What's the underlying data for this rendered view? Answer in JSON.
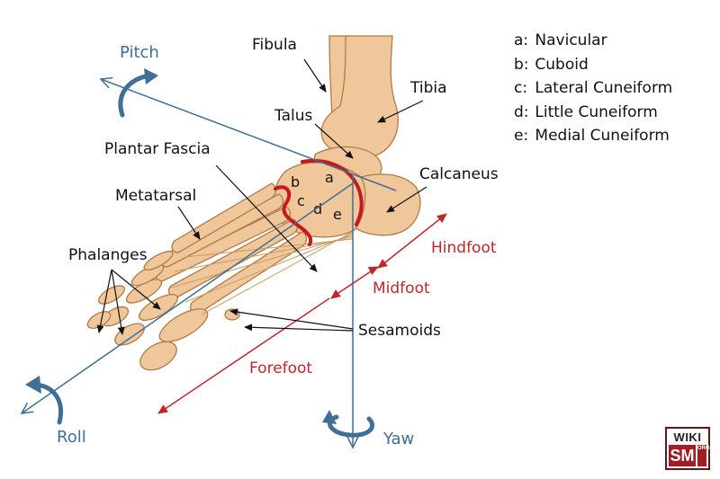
{
  "labels": {
    "fibula": "Fibula",
    "tibia": "Tibia",
    "talus": "Talus",
    "plantar_fascia": "Plantar Fascia",
    "calcaneus": "Calcaneus",
    "metatarsal": "Metatarsal",
    "phalanges": "Phalanges",
    "sesamoids": "Sesamoids"
  },
  "bone_letters": [
    "a",
    "b",
    "c",
    "d",
    "e"
  ],
  "legend": [
    {
      "letter": "a:",
      "name": "Navicular"
    },
    {
      "letter": "b:",
      "name": "Cuboid"
    },
    {
      "letter": "c:",
      "name": "Lateral Cuneiform"
    },
    {
      "letter": "d:",
      "name": "Little Cuneiform"
    },
    {
      "letter": "e:",
      "name": "Medial Cuneiform"
    }
  ],
  "axes": {
    "pitch": "Pitch",
    "roll": "Roll",
    "yaw": "Yaw"
  },
  "regions": {
    "hindfoot": "Hindfoot",
    "midfoot": "Midfoot",
    "forefoot": "Forefoot"
  },
  "logo": {
    "top": "WIKI",
    "bottom": "SM",
    "org": "ORG"
  },
  "colors": {
    "bone": "#efc79a",
    "bone_outline": "#b07a45",
    "axis": "#3f6f97",
    "region": "#c0262b",
    "joint_line": "#c8181f",
    "pointer": "#111111"
  }
}
